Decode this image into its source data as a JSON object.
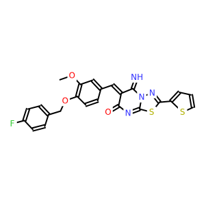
{
  "molecule": {
    "colors": {
      "bond": "#000000",
      "N": "#3333ff",
      "O": "#ff0000",
      "S": "#b2b200",
      "F": "#33cc33"
    },
    "labels": {
      "F": "F",
      "O_ether": "O",
      "O_methoxy": "O",
      "O_carbonyl": "O",
      "NH_imine": "NH",
      "N_bridge": "N",
      "N_ring_right": "N",
      "N_ring_bottom": "N",
      "S_thiadiazole": "S",
      "S_thiophene": "S"
    }
  }
}
